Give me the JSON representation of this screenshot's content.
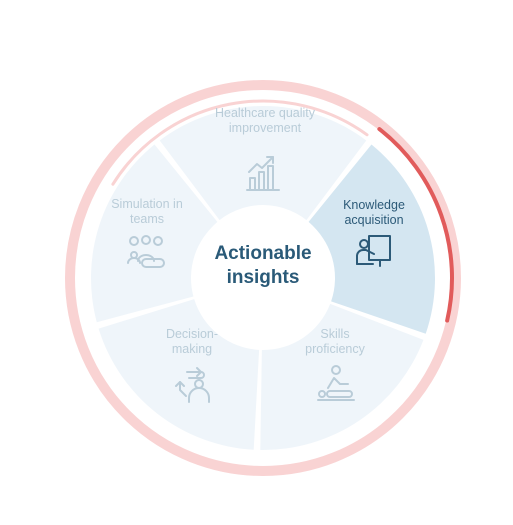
{
  "center": {
    "title": "Actionable insights"
  },
  "segments": [
    {
      "label": "Healthcare quality improvement",
      "icon": "bar-chart-growth-icon",
      "active": false
    },
    {
      "label": "Knowledge acquisition",
      "icon": "presenter-board-icon",
      "active": true
    },
    {
      "label": "Skills proficiency",
      "icon": "patient-care-icon",
      "active": false
    },
    {
      "label": "Decision-making",
      "icon": "decision-arrows-icon",
      "active": false
    },
    {
      "label": "Simulation in teams",
      "icon": "team-group-icon",
      "active": false
    }
  ],
  "colors": {
    "outer_ring": "#f9d3d3",
    "progress_arc": "#e15b5b",
    "segment_inactive": "#eff5fa",
    "segment_active": "#d4e6f1",
    "icon_inactive": "#b9ccd8",
    "icon_active": "#2c5a78",
    "center_text": "#2a5a78"
  }
}
